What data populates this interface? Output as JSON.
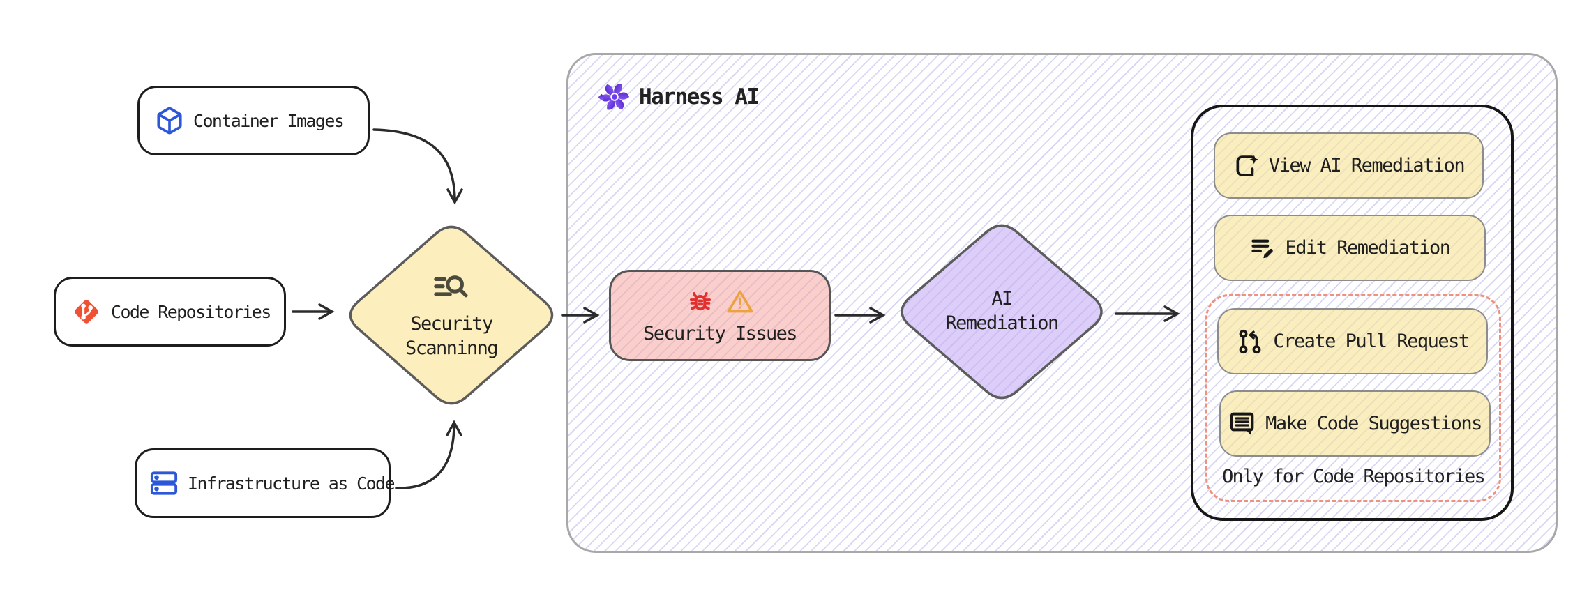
{
  "sources": [
    {
      "label": "Container Images",
      "icon": "cube-icon"
    },
    {
      "label": "Code Repositories",
      "icon": "git-icon"
    },
    {
      "label": "Infrastructure as Code",
      "icon": "server-stack-icon"
    }
  ],
  "scanner": {
    "line1": "Security",
    "line2": "Scanninng",
    "icon": "scan-search-icon"
  },
  "ai_container": {
    "title": "Harness AI",
    "icon": "harness-flower-icon"
  },
  "issues": {
    "label": "Security Issues",
    "icons": [
      "bug-icon",
      "warning-triangle-icon"
    ]
  },
  "remediation": {
    "line1": "AI",
    "line2": "Remediation"
  },
  "actions": {
    "view": "View AI Remediation",
    "edit": "Edit Remediation",
    "create_pr": "Create Pull Request",
    "suggest": "Make Code Suggestions",
    "note": "Only for Code Repositories"
  },
  "colors": {
    "scanner_yellow": "#fcefbd",
    "button_yellow": "#f7e398",
    "issues_pink": "#f8cbc8",
    "remediation_purple": "#d9c9f8",
    "hatch_purple": "#d8d8f4",
    "dashed_red": "#f0907f",
    "git_orange": "#f05133",
    "icon_blue": "#2b57d8",
    "harness_purple": "#6a3df0",
    "bug_red": "#e0312e",
    "warning_orange": "#eba23f",
    "stroke_dark": "#2b2b2b"
  }
}
